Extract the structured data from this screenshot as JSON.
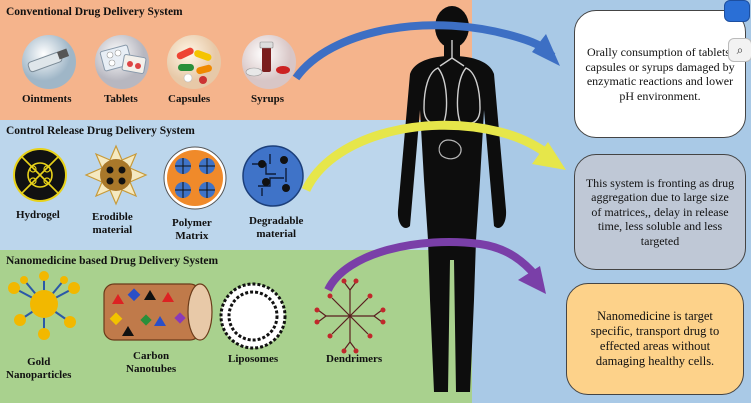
{
  "sections": [
    {
      "title": "Conventional Drug Delivery System",
      "items": [
        "Ointments",
        "Tablets",
        "Capsules",
        "Syrups"
      ]
    },
    {
      "title": "Control Release Drug Delivery System",
      "items": [
        "Hydrogel",
        "Erodible\nmaterial",
        "Polymer\nMatrix",
        "Degradable\nmaterial"
      ]
    },
    {
      "title": "Nanomedicine based Drug Delivery System",
      "items": [
        "Gold\nNanoparticles",
        "Carbon\nNanotubes",
        "Liposomes",
        "Dendrimers"
      ]
    }
  ],
  "notes": [
    "Orally consumption of tablets, capsules or syrups damaged by enzymatic reactions and lower pH environment.",
    "This system is fronting as drug aggregation due to large size of matrices,, delay in release time, less soluble and less targeted",
    "Nanomedicine is target specific, transport drug to effected areas without damaging healthy cells."
  ],
  "colors": {
    "band_conventional": "#f5b48c",
    "band_control": "#bcd6ec",
    "band_nano": "#a9d18e",
    "arrow_conventional": "#3d6fc4",
    "arrow_control": "#e6e64a",
    "arrow_nano": "#7a3fa8",
    "note_conventional": "#ffffff",
    "note_control": "#bfc8d6",
    "note_nano": "#fdd28a"
  },
  "icons": [
    "ointment-icon",
    "tablets-icon",
    "capsules-icon",
    "syrup-icon",
    "hydrogel-icon",
    "erodible-material-icon",
    "polymer-matrix-icon",
    "degradable-material-icon",
    "gold-nanoparticle-icon",
    "carbon-nanotube-icon",
    "liposome-icon",
    "dendrimer-icon",
    "human-body-silhouette"
  ]
}
